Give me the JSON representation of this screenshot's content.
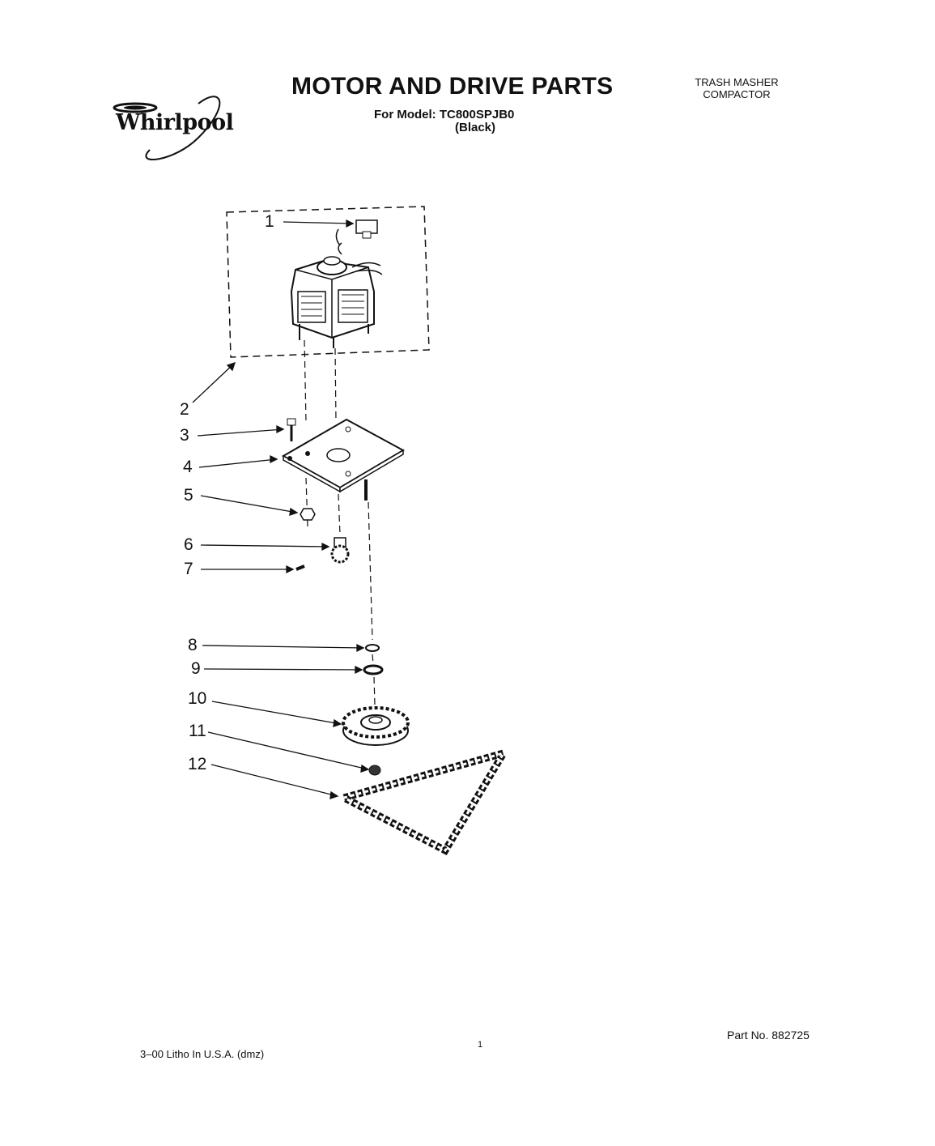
{
  "header": {
    "brand": "Whirlpool",
    "title": "MOTOR AND DRIVE PARTS",
    "model_line": "For Model: TC800SPJB0",
    "color_line": "(Black)",
    "category_line1": "TRASH MASHER",
    "category_line2": "COMPACTOR"
  },
  "callouts": [
    "1",
    "2",
    "3",
    "4",
    "5",
    "6",
    "7",
    "8",
    "9",
    "10",
    "11",
    "12"
  ],
  "footer": {
    "litho": "3–00 Litho In U.S.A. (dmz)",
    "page": "1",
    "part_no": "Part No. 882725"
  }
}
